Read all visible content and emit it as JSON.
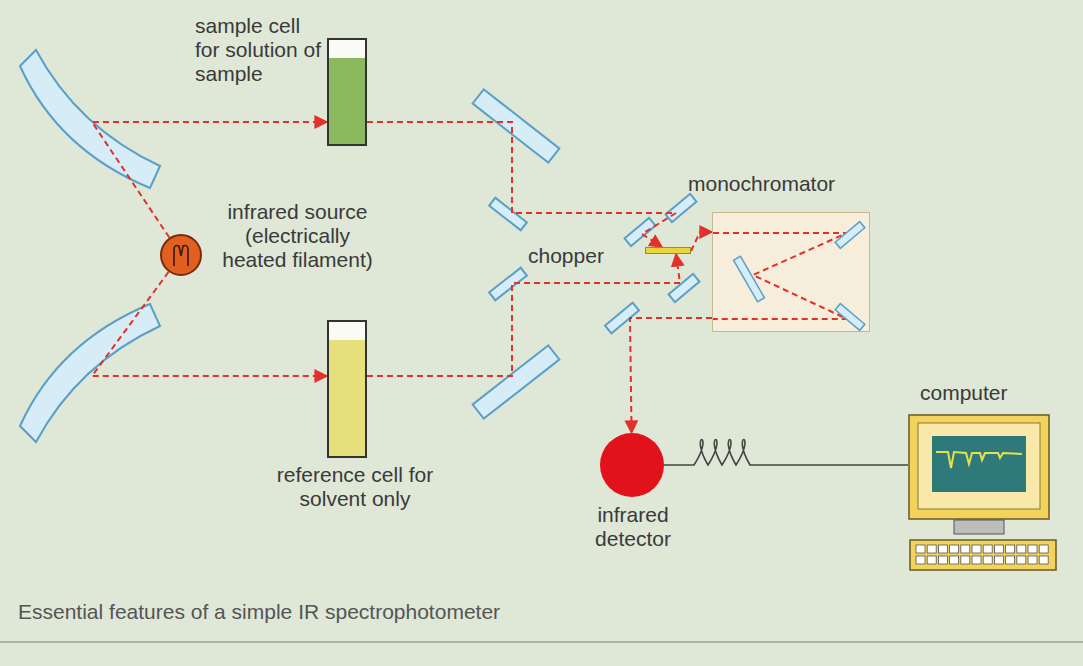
{
  "diagram": {
    "caption": "Essential features of a simple IR spectrophotometer",
    "nodes": [
      {
        "text": [
          "sample cell for solution of sample"
        ]
      },
      {
        "text": [
          "infrared source (electrically heated filament)"
        ]
      },
      {
        "text": [
          "reference cell for solvent only"
        ]
      },
      {
        "text": [
          "chopper"
        ]
      },
      {
        "text": [
          "monochromator"
        ]
      },
      {
        "text": [
          "infrared detector"
        ]
      },
      {
        "text": [
          "computer"
        ]
      }
    ],
    "edges": [
      {
        "from": 1,
        "to": 0,
        "arrow": "to"
      },
      {
        "from": 1,
        "to": 2,
        "arrow": "to"
      },
      {
        "from": 0,
        "to": 3,
        "arrow": "to"
      },
      {
        "from": 2,
        "to": 3,
        "arrow": "to"
      },
      {
        "from": 3,
        "to": 4,
        "arrow": "to"
      },
      {
        "from": 4,
        "to": 5,
        "arrow": "to"
      },
      {
        "from": 5,
        "to": 6,
        "arrow": "none"
      }
    ]
  }
}
